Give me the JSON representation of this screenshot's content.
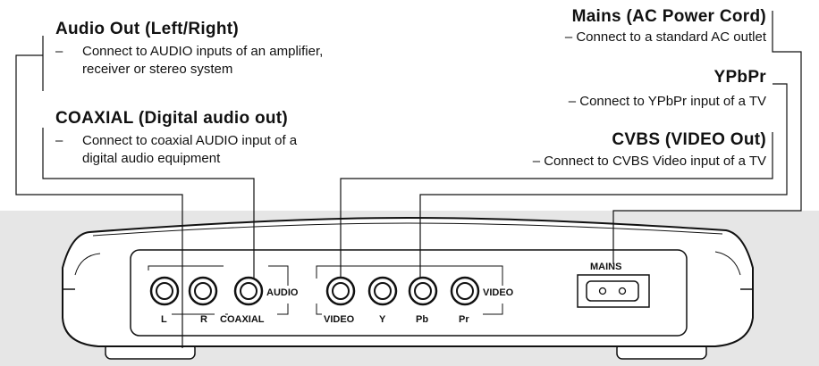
{
  "callouts": {
    "audio_out": {
      "title": "Audio Out (Left/Right)",
      "dash": "–",
      "lines": [
        "Connect to AUDIO inputs of an amplifier,",
        "receiver or stereo system"
      ]
    },
    "coaxial": {
      "title": "COAXIAL (Digital audio out)",
      "dash": "–",
      "lines": [
        "Connect to coaxial AUDIO input of a",
        "digital audio equipment"
      ]
    },
    "mains": {
      "title": "Mains (AC Power Cord)",
      "line": "– Connect to a standard AC outlet"
    },
    "ypbpr": {
      "title": "YPbPr",
      "line": "– Connect to YPbPr input of a TV"
    },
    "cvbs": {
      "title": "CVBS (VIDEO Out)",
      "line": "– Connect to CVBS Video input of a TV"
    }
  },
  "panel_labels": {
    "l": "L",
    "r": "R",
    "coaxial": "COAXIAL",
    "audio": "AUDIO",
    "video_jack": "VIDEO",
    "y": "Y",
    "pb": "Pb",
    "pr": "Pr",
    "video_group": "VIDEO",
    "mains": "MAINS"
  },
  "colors": {
    "background_band": "#e6e6e6",
    "line": "#111111",
    "device_body": "#ffffff"
  }
}
